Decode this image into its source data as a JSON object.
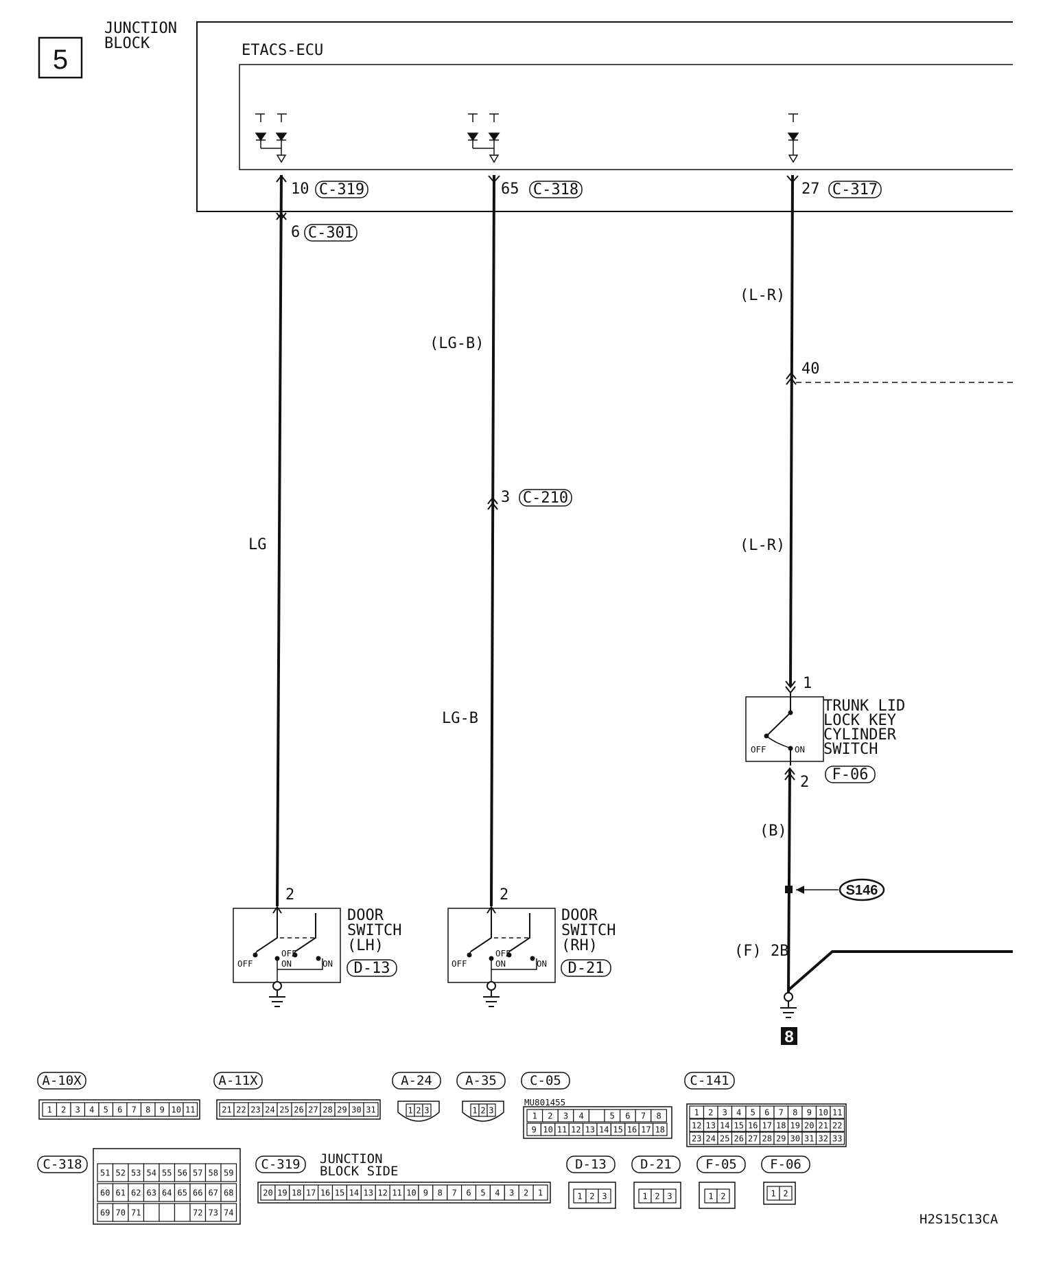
{
  "page": {
    "page_number": "5",
    "ground_ref": "8",
    "figure_code": "H2S15C13CA"
  },
  "junction_block": {
    "label_line1": "JUNCTION",
    "label_line2": "BLOCK"
  },
  "ecu": {
    "label": "ETACS-ECU"
  },
  "terminals": {
    "t10": {
      "pin": "10",
      "connector": "C-319"
    },
    "t65": {
      "pin": "65",
      "connector": "C-318"
    },
    "t27": {
      "pin": "27",
      "connector": "C-317"
    },
    "t6": {
      "pin": "6",
      "connector": "C-301"
    },
    "t3": {
      "pin": "3",
      "connector": "C-210"
    },
    "t40": {
      "pin": "40"
    },
    "tk1": {
      "pin": "1"
    },
    "tk2": {
      "pin": "2"
    },
    "dl2": {
      "pin": "2"
    },
    "dr2": {
      "pin": "2"
    }
  },
  "wire_colors": {
    "lg": "LG",
    "lgb_upper": "(LG-B)",
    "lgb_lower": "LG-B",
    "lr_upper": "(L-R)",
    "lr_lower": "(L-R)",
    "b": "(B)",
    "f2b": "(F) 2B"
  },
  "splice": {
    "label": "S146"
  },
  "switches": {
    "door_lh": {
      "line1": "DOOR",
      "line2": "SWITCH",
      "line3": "(LH)",
      "connector": "D-13",
      "off": "OFF",
      "off2": "OFF",
      "on": "ON",
      "on2": "ON"
    },
    "door_rh": {
      "line1": "DOOR",
      "line2": "SWITCH",
      "line3": "(RH)",
      "connector": "D-21",
      "off": "OFF",
      "off2": "OFF",
      "on": "ON",
      "on2": "ON"
    },
    "trunk": {
      "line1": "TRUNK LID",
      "line2": "LOCK KEY",
      "line3": "CYLINDER",
      "line4": "SWITCH",
      "connector": "F-06",
      "off": "OFF",
      "on": "ON"
    }
  },
  "connector_views": {
    "a10x": {
      "title": "A-10X",
      "pins": [
        "1",
        "2",
        "3",
        "4",
        "5",
        "6",
        "7",
        "8",
        "9",
        "10",
        "11"
      ]
    },
    "a11x": {
      "title": "A-11X",
      "pins": [
        "21",
        "22",
        "23",
        "24",
        "25",
        "26",
        "27",
        "28",
        "29",
        "30",
        "31"
      ]
    },
    "a24": {
      "title": "A-24",
      "pins": [
        "1",
        "2",
        "3"
      ]
    },
    "a35": {
      "title": "A-35",
      "pins": [
        "1",
        "2",
        "3"
      ]
    },
    "c05": {
      "title": "C-05",
      "part": "MU801455",
      "row1": [
        "1",
        "2",
        "3",
        "4",
        "",
        "5",
        "6",
        "7",
        "8"
      ],
      "row2": [
        "9",
        "10",
        "11",
        "12",
        "13",
        "14",
        "15",
        "16",
        "17",
        "18"
      ]
    },
    "c141": {
      "title": "C-141",
      "row1": [
        "1",
        "2",
        "3",
        "4",
        "5",
        "6",
        "7",
        "8",
        "9",
        "10",
        "11"
      ],
      "row2": [
        "12",
        "13",
        "14",
        "15",
        "16",
        "17",
        "18",
        "19",
        "20",
        "21",
        "22"
      ],
      "row3": [
        "23",
        "24",
        "25",
        "26",
        "27",
        "28",
        "29",
        "30",
        "31",
        "32",
        "33"
      ]
    },
    "c318": {
      "title": "C-318",
      "row1": [
        "51",
        "52",
        "53",
        "54",
        "55",
        "56",
        "57",
        "58",
        "59"
      ],
      "row2": [
        "60",
        "61",
        "62",
        "63",
        "64",
        "65",
        "66",
        "67",
        "68"
      ],
      "row3": [
        "69",
        "70",
        "71",
        "",
        "",
        "",
        "72",
        "73",
        "74"
      ]
    },
    "c319": {
      "title": "C-319",
      "side_line1": "JUNCTION",
      "side_line2": "BLOCK SIDE",
      "pins": [
        "20",
        "19",
        "18",
        "17",
        "16",
        "15",
        "14",
        "13",
        "12",
        "11",
        "10",
        "9",
        "8",
        "7",
        "6",
        "5",
        "4",
        "3",
        "2",
        "1"
      ]
    },
    "d13": {
      "title": "D-13",
      "pins": [
        "1",
        "2",
        "3"
      ]
    },
    "d21": {
      "title": "D-21",
      "pins": [
        "1",
        "2",
        "3"
      ]
    },
    "f05": {
      "title": "F-05",
      "pins": [
        "1",
        "2"
      ]
    },
    "f06": {
      "title": "F-06",
      "pins": [
        "1",
        "2"
      ]
    }
  }
}
